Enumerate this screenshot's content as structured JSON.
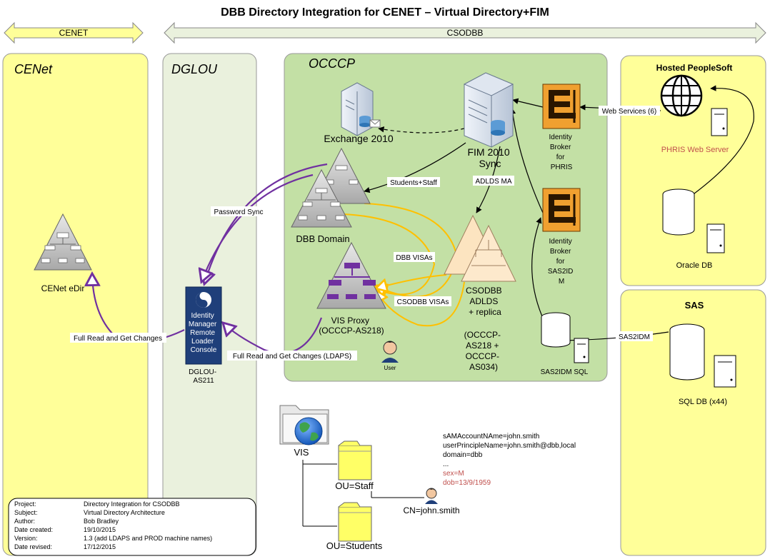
{
  "title": "DBB Directory Integration for CENET – Virtual Directory+FIM",
  "banners": {
    "cenet": "CENET",
    "csodbb": "CSODBB"
  },
  "zones": {
    "cenet": "CENet",
    "dglou": "DGLOU",
    "occcp": "OCCCP",
    "hosted": "Hosted PeopleSoft",
    "sas": "SAS"
  },
  "nodes": {
    "cenet_edir": "CENet eDir",
    "idm_console": [
      "Identity",
      "Manager",
      "Remote",
      "Loader",
      "Console"
    ],
    "idm_host": [
      "DGLOU-",
      "AS211"
    ],
    "exchange": "Exchange 2010",
    "fim": [
      "FIM 2010",
      "Sync"
    ],
    "dbb_domain": "DBB Domain",
    "vis_proxy": [
      "VIS Proxy",
      "(OCCCP-AS218)"
    ],
    "adlds": [
      "CSODBB",
      "ADLDS",
      "+ replica"
    ],
    "adlds_hosts": [
      "(OCCCP-",
      "AS218 +",
      "OCCCP-",
      "AS034)"
    ],
    "user": "User",
    "broker_phris": [
      "Identity",
      "Broker",
      "for",
      "PHRIS"
    ],
    "broker_sas2idm": [
      "Identity",
      "Broker",
      "for",
      "SAS2ID",
      "M"
    ],
    "sas2idm_sql": "SAS2IDM SQL",
    "phris_web": "PHRIS Web Server",
    "oracle_db": "Oracle DB",
    "sql_db": "SQL  DB (x44)"
  },
  "edge_labels": {
    "web_services": "Web Services (6)",
    "students_staff": "Students+Staff",
    "adlds_ma": "ADLDS MA",
    "password_sync": "Password Sync",
    "dbb_visas": "DBB VISAs",
    "csodbb_visas": "CSODBB VISAs",
    "full_read": "Full Read and Get Changes",
    "full_read_ldaps": "Full Read and Get Changes (LDAPS)",
    "sas2idm": "SAS2IDM"
  },
  "tree": {
    "root": "VIS",
    "staff": "OU=Staff",
    "students": "OU=Students",
    "cn": "CN=john.smith"
  },
  "attributes": {
    "normal": [
      "sAMAccountNAme=john.smith",
      "userPrincipleName=john.smith@dbb,local",
      "domain=dbb",
      "..."
    ],
    "highlight": [
      "sex=M",
      "dob=13/9/1959"
    ],
    "highlight_color": "#c0504d"
  },
  "info_box": [
    {
      "k": "Project:",
      "v": "Directory Integration for CSODBB"
    },
    {
      "k": "Subject:",
      "v": "Virtual Directory Architecture"
    },
    {
      "k": "Author:",
      "v": "Bob Bradley"
    },
    {
      "k": "Date created:",
      "v": "19/10/2015"
    },
    {
      "k": "Version:",
      "v": "1.3 (add LDAPS and PROD machine names)"
    },
    {
      "k": "Date revised:",
      "v": "17/12/2015"
    }
  ],
  "colors": {
    "yellow_zone": "#ffff99",
    "grey_zone": "#eaf1dd",
    "green_zone": "#c3e0a5",
    "purple_arrow": "#7030a0",
    "orange_arrow": "#ffc000"
  }
}
